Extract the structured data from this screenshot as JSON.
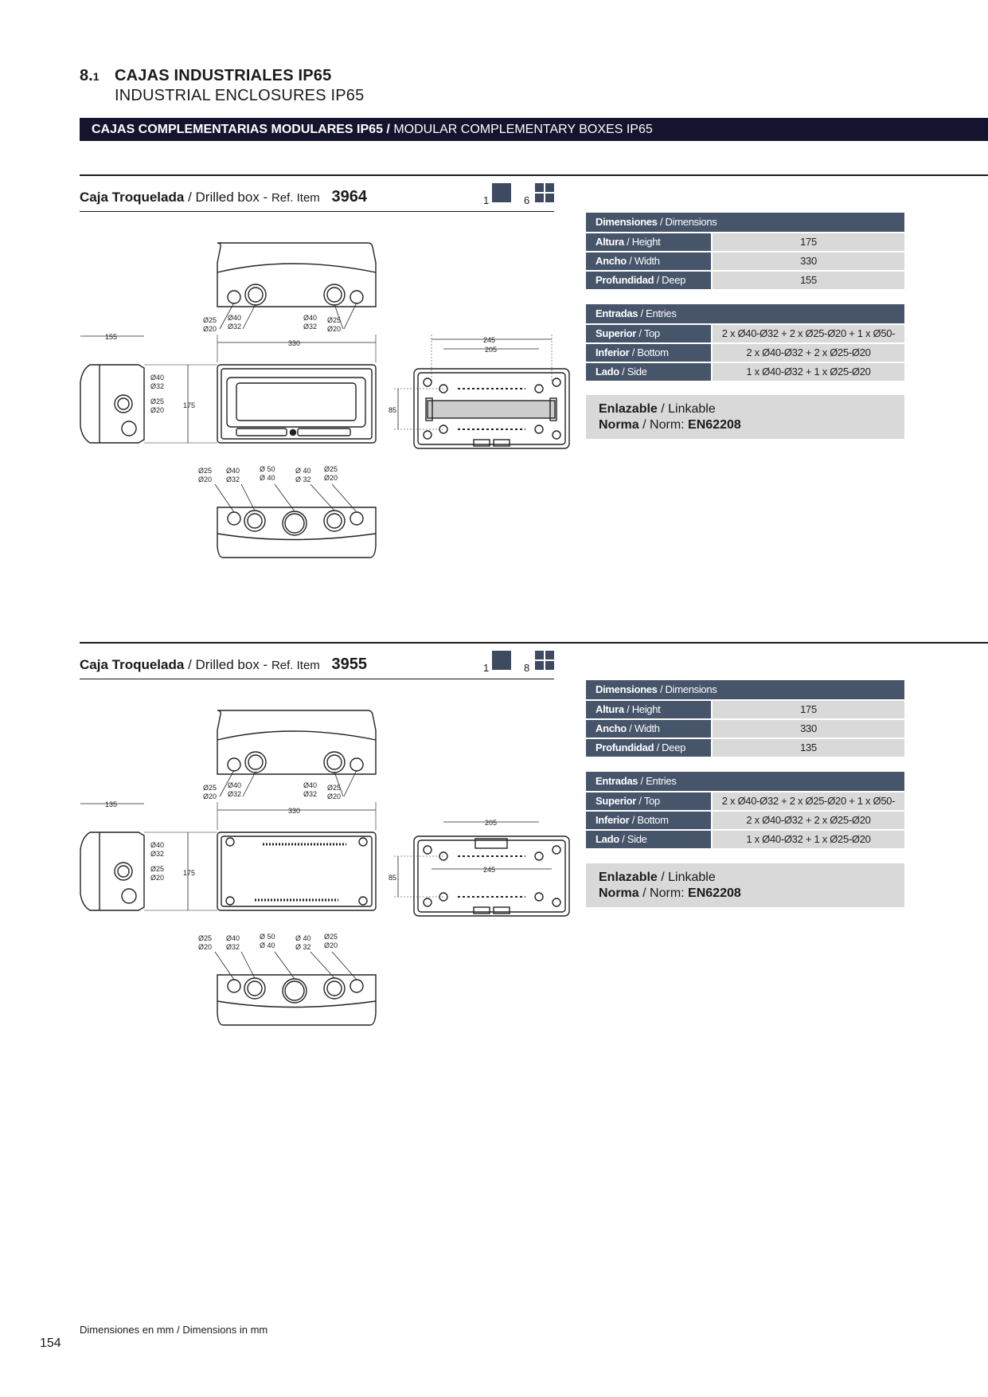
{
  "header": {
    "section_number": "8.",
    "section_number_small": "1",
    "title": "CAJAS INDUSTRIALES IP65",
    "subtitle": "INDUSTRIAL ENCLOSURES IP65"
  },
  "banner": {
    "bold": "CAJAS COMPLEMENTARIAS MODULARES IP65 /",
    "normal": "MODULAR COMPLEMENTARY BOXES IP65"
  },
  "products": [
    {
      "name_es": "Caja Troquelada",
      "name_en": "/ Drilled box -",
      "ref_label": "Ref. Item",
      "ref": "3964",
      "qty_single": "1",
      "qty_pack": "6",
      "dimensions": {
        "header_es": "Dimensiones",
        "header_en": "/ Dimensions",
        "rows": [
          {
            "k_es": "Altura",
            "k_en": "/ Height",
            "v": "175"
          },
          {
            "k_es": "Ancho",
            "k_en": "/ Width",
            "v": "330"
          },
          {
            "k_es": "Profundidad",
            "k_en": "/ Deep",
            "v": "155"
          }
        ]
      },
      "entries": {
        "header_es": "Entradas",
        "header_en": "/ Entries",
        "rows": [
          {
            "k_es": "Superior",
            "k_en": "/ Top",
            "v": "2 x Ø40-Ø32 + 2 x Ø25-Ø20 + 1 x Ø50-Ø40"
          },
          {
            "k_es": "Inferior",
            "k_en": "/ Bottom",
            "v": "2 x Ø40-Ø32 + 2 x Ø25-Ø20"
          },
          {
            "k_es": "Lado",
            "k_en": "/ Side",
            "v": "1 x Ø40-Ø32 + 1 x Ø25-Ø20"
          }
        ]
      },
      "linkable_es": "Enlazable",
      "linkable_en": "/ Linkable",
      "norm_label_es": "Norma",
      "norm_label_en": "/ Norm:",
      "norm": "EN62208",
      "drawing": {
        "depth": "155",
        "width": "330",
        "height": "175",
        "inner_w1": "245",
        "inner_w2": "205",
        "inner_h": "85",
        "d_top_l1": "Ø25",
        "d_top_l2": "Ø20",
        "d_top_l3": "Ø40",
        "d_top_l4": "Ø32",
        "d_top_r1": "Ø40",
        "d_top_r2": "Ø32",
        "d_top_r3": "Ø25",
        "d_top_r4": "Ø20",
        "d_side1": "Ø40",
        "d_side2": "Ø32",
        "d_side3": "Ø25",
        "d_side4": "Ø20",
        "d_bot1": "Ø25",
        "d_bot2": "Ø20",
        "d_bot3": "Ø40",
        "d_bot4": "Ø32",
        "d_bot5": "Ø 50",
        "d_bot6": "Ø 40",
        "d_bot7": "Ø 40",
        "d_bot8": "Ø 32",
        "d_bot9": "Ø25",
        "d_bot10": "Ø20"
      }
    },
    {
      "name_es": "Caja Troquelada",
      "name_en": "/ Drilled box -",
      "ref_label": "Ref. Item",
      "ref": "3955",
      "qty_single": "1",
      "qty_pack": "8",
      "dimensions": {
        "header_es": "Dimensiones",
        "header_en": "/ Dimensions",
        "rows": [
          {
            "k_es": "Altura",
            "k_en": "/ Height",
            "v": "175"
          },
          {
            "k_es": "Ancho",
            "k_en": "/ Width",
            "v": "330"
          },
          {
            "k_es": "Profundidad",
            "k_en": "/ Deep",
            "v": "135"
          }
        ]
      },
      "entries": {
        "header_es": "Entradas",
        "header_en": "/ Entries",
        "rows": [
          {
            "k_es": "Superior",
            "k_en": "/ Top",
            "v": "2 x Ø40-Ø32 + 2 x Ø25-Ø20 + 1 x Ø50-Ø40"
          },
          {
            "k_es": "Inferior",
            "k_en": "/ Bottom",
            "v": "2 x Ø40-Ø32 + 2 x Ø25-Ø20"
          },
          {
            "k_es": "Lado",
            "k_en": "/ Side",
            "v": "1 x Ø40-Ø32 + 1 x Ø25-Ø20"
          }
        ]
      },
      "linkable_es": "Enlazable",
      "linkable_en": "/ Linkable",
      "norm_label_es": "Norma",
      "norm_label_en": "/ Norm:",
      "norm": "EN62208",
      "drawing": {
        "depth": "135",
        "width": "330",
        "height": "175",
        "inner_w1": "205",
        "inner_w2": "245",
        "inner_h": "85",
        "d_top_l1": "Ø25",
        "d_top_l2": "Ø20",
        "d_top_l3": "Ø40",
        "d_top_l4": "Ø32",
        "d_top_r1": "Ø40",
        "d_top_r2": "Ø32",
        "d_top_r3": "Ø25",
        "d_top_r4": "Ø20",
        "d_side1": "Ø40",
        "d_side2": "Ø32",
        "d_side3": "Ø25",
        "d_side4": "Ø20",
        "d_bot1": "Ø25",
        "d_bot2": "Ø20",
        "d_bot3": "Ø40",
        "d_bot4": "Ø32",
        "d_bot5": "Ø 50",
        "d_bot6": "Ø 40",
        "d_bot7": "Ø 40",
        "d_bot8": "Ø 32",
        "d_bot9": "Ø25",
        "d_bot10": "Ø20"
      }
    }
  ],
  "footer": {
    "note_es": "Dimensiones en mm",
    "note_en": "/ Dimensions in mm",
    "page_number": "154"
  },
  "colors": {
    "banner": "#14142e",
    "table_header": "#47556a",
    "table_value": "#d9d9d9"
  }
}
